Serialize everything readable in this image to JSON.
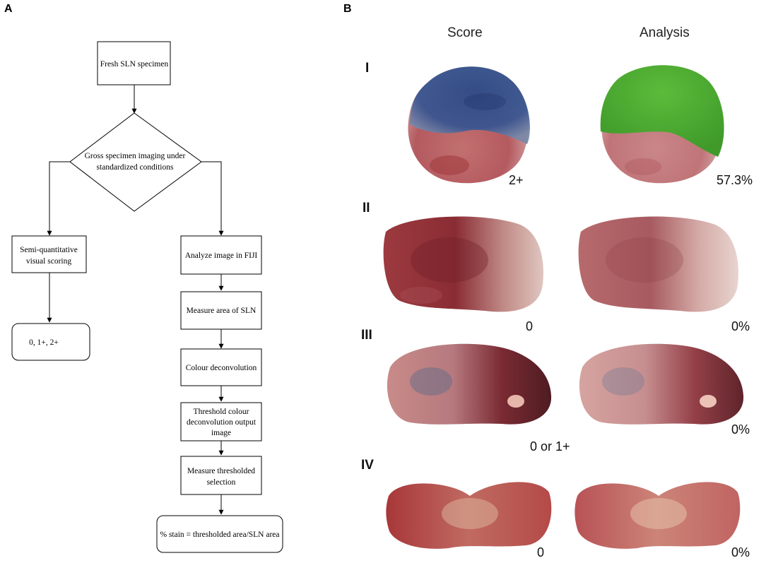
{
  "panel_a": {
    "letter": "A",
    "nodes": {
      "fresh": "Fresh SLN specimen",
      "imaging_line1": "Gross specimen imaging under",
      "imaging_line2": "standardized conditions",
      "semi_line1": "Semi-quantitative",
      "semi_line2": "visual scoring",
      "scores": "0,  1+,  2+",
      "analyze": "Analyze image in FIJI",
      "measure_area": "Measure area of SLN",
      "deconv": "Colour deconvolution",
      "thresh_line1": "Threshold colour",
      "thresh_line2": "deconvolution output",
      "thresh_line3": "image",
      "measure_thresh_line1": "Measure thresholded",
      "measure_thresh_line2": "selection",
      "percent": "% stain = thresholded area/SLN area"
    }
  },
  "panel_b": {
    "letter": "B",
    "col_score": "Score",
    "col_analysis": "Analysis",
    "rows": [
      {
        "label": "I",
        "score": "2+",
        "analysis": "57.3%"
      },
      {
        "label": "II",
        "score": "0",
        "analysis": "0%"
      },
      {
        "label": "III",
        "score": "0 or 1+",
        "analysis": "0%"
      },
      {
        "label": "IV",
        "score": "0",
        "analysis": "0%"
      }
    ],
    "colors": {
      "tissue": "#b5636a",
      "tissue_dark": "#7a2228",
      "tissue_light": "#dcbab7",
      "blue_dye": "#2d4a86",
      "highlight_green": "#4caf32"
    }
  }
}
